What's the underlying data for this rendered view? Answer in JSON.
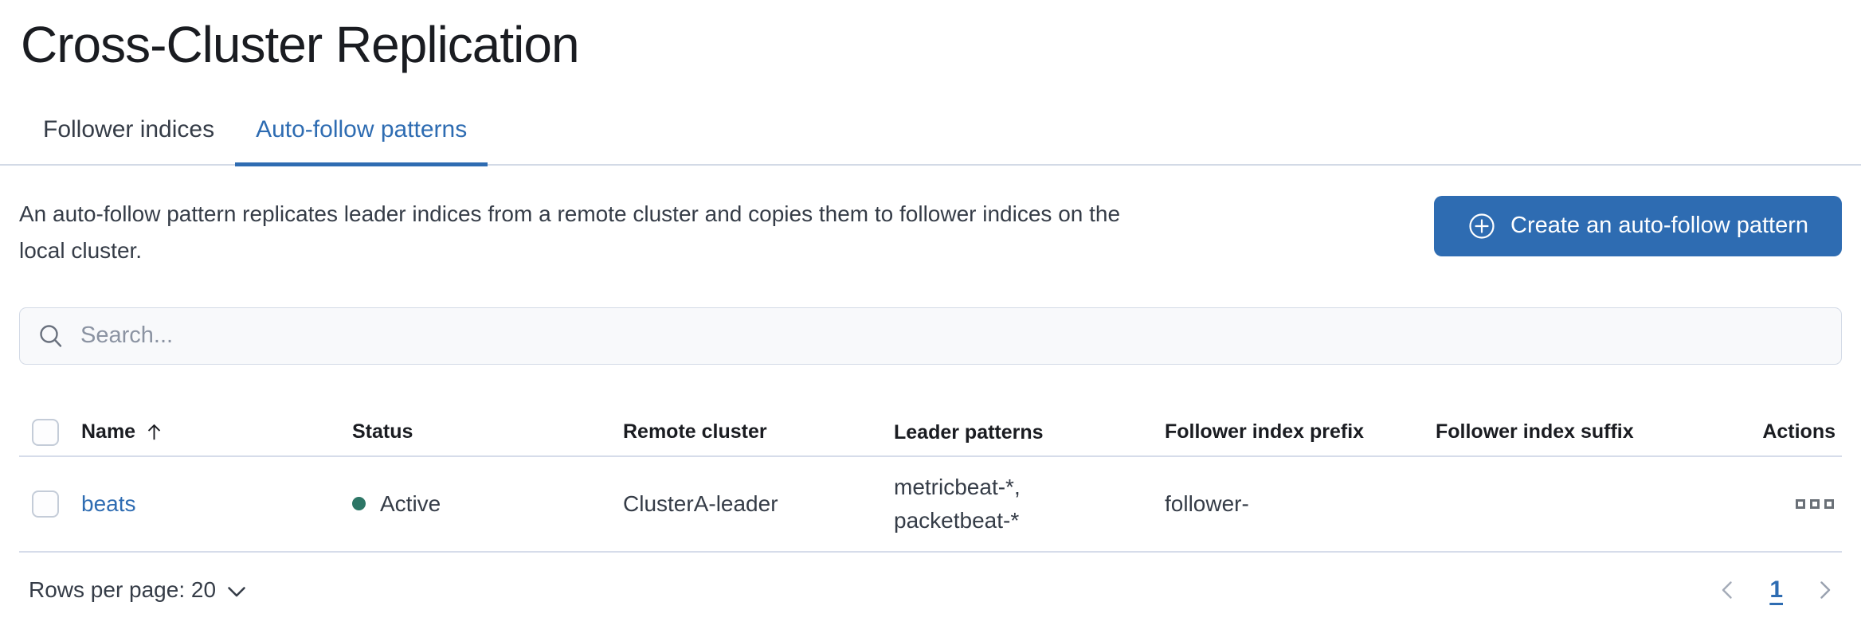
{
  "page": {
    "title": "Cross-Cluster Replication"
  },
  "tabs": [
    {
      "label": "Follower indices",
      "active": false
    },
    {
      "label": "Auto-follow patterns",
      "active": true
    }
  ],
  "intro": {
    "description_line1": "An auto-follow pattern replicates leader indices from a remote cluster and copies them to follower indices on the",
    "description_line2": "local cluster.",
    "create_button_label": "Create an auto-follow pattern"
  },
  "search": {
    "placeholder": "Search...",
    "value": ""
  },
  "table": {
    "columns": [
      "Name",
      "Status",
      "Remote cluster",
      "Leader patterns",
      "Follower index prefix",
      "Follower index suffix",
      "Actions"
    ],
    "sort": {
      "column": "Name",
      "direction": "ascending"
    },
    "rows": [
      {
        "name": "beats",
        "status": "Active",
        "remote_cluster": "ClusterA-leader",
        "leader_patterns_line1": "metricbeat-*,",
        "leader_patterns_line2": "packetbeat-*",
        "follower_index_prefix": "follower-",
        "follower_index_suffix": ""
      }
    ]
  },
  "pagination": {
    "rows_per_page_label": "Rows per page: 20",
    "current_page": "1"
  },
  "colors": {
    "primary": "#2e6cb2",
    "status_active_dot": "#2d7666",
    "border": "#d3dae6"
  }
}
